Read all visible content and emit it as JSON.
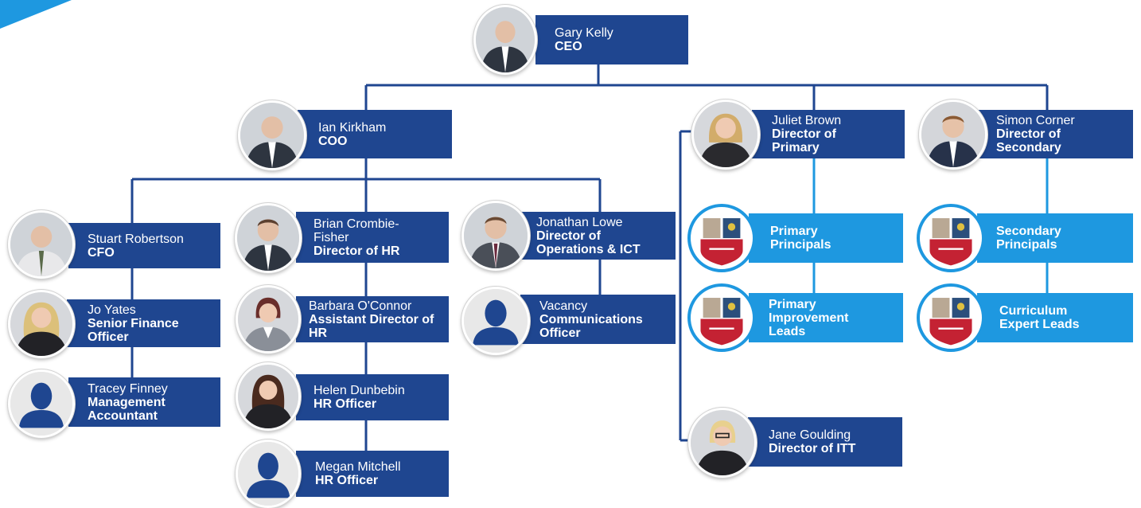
{
  "colors": {
    "dark_box": "#1f4690",
    "light_box": "#1e98e0",
    "connector": "#1f4690",
    "connector_light": "#1e98e0"
  },
  "people": {
    "gary": {
      "name": "Gary Kelly",
      "role": "CEO",
      "icon": "person-photo-icon"
    },
    "ian": {
      "name": "Ian Kirkham",
      "role": "COO",
      "icon": "person-photo-icon"
    },
    "juliet": {
      "name": "Juliet Brown",
      "role": "Director of Primary",
      "icon": "person-photo-icon"
    },
    "simon": {
      "name": "Simon Corner",
      "role": "Director of Secondary",
      "icon": "person-photo-icon"
    },
    "stuart": {
      "name": "Stuart Robertson",
      "role": "CFO",
      "icon": "person-photo-icon"
    },
    "brian": {
      "name": "Brian Crombie-Fisher",
      "role": "Director of HR",
      "icon": "person-photo-icon"
    },
    "jonathan": {
      "name": "Jonathan Lowe",
      "role": "Director of Operations & ICT",
      "icon": "person-photo-icon"
    },
    "jo": {
      "name": "Jo Yates",
      "role": "Senior Finance Officer",
      "icon": "person-photo-icon"
    },
    "barbara": {
      "name": "Barbara O'Connor",
      "role": "Assistant Director of HR",
      "icon": "person-photo-icon"
    },
    "vacancy": {
      "name": "Vacancy",
      "role": "Communications Officer",
      "icon": "person-silhouette-icon"
    },
    "tracey": {
      "name": "Tracey Finney",
      "role": "Management Accountant",
      "icon": "person-silhouette-icon"
    },
    "helen": {
      "name": "Helen Dunbebin",
      "role": "HR Officer",
      "icon": "person-photo-icon"
    },
    "megan": {
      "name": "Megan Mitchell",
      "role": "HR Officer",
      "icon": "person-silhouette-icon"
    },
    "jane": {
      "name": "Jane Goulding",
      "role": "Director of ITT",
      "icon": "person-photo-icon"
    }
  },
  "groups": {
    "primary_principals": {
      "label": "Primary Principals",
      "icon": "school-crest-icon"
    },
    "primary_improvement": {
      "label": "Primary Improvement Leads",
      "icon": "school-crest-icon"
    },
    "secondary_principals": {
      "label": "Secondary Principals",
      "icon": "school-crest-icon"
    },
    "curriculum_leads": {
      "label": "Curriculum Expert Leads",
      "icon": "school-crest-icon"
    }
  }
}
